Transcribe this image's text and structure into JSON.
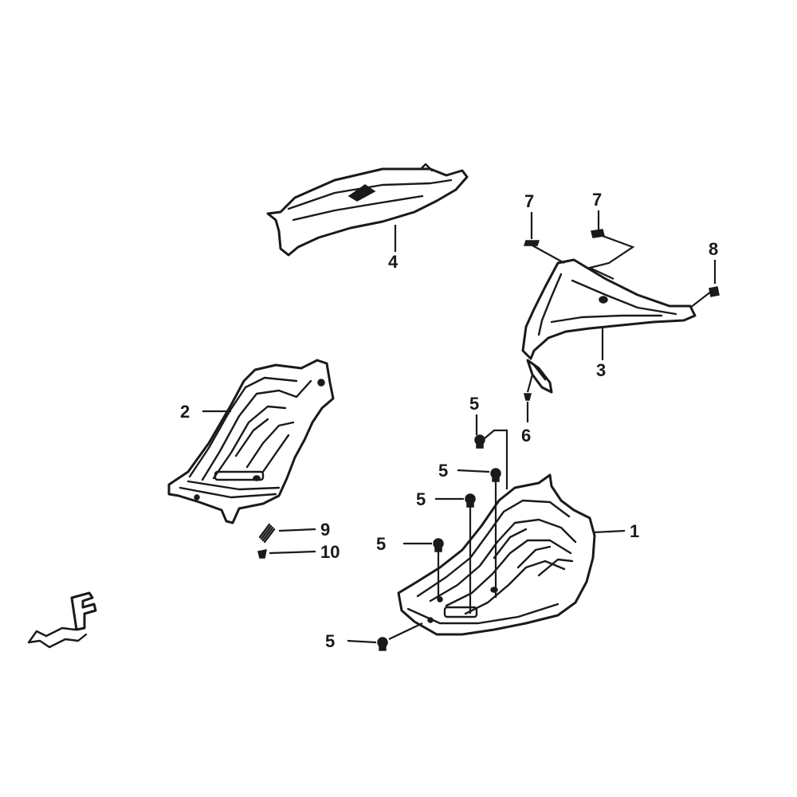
{
  "callouts": {
    "c1": "1",
    "c2": "2",
    "c3": "3",
    "c4": "4",
    "c5a": "5",
    "c5b": "5",
    "c5c": "5",
    "c5d": "5",
    "c5e": "5",
    "c6": "6",
    "c7a": "7",
    "c7b": "7",
    "c8": "8",
    "c9": "9",
    "c10": "10"
  },
  "colors": {
    "line": "#1a1a1a",
    "background": "#ffffff"
  }
}
